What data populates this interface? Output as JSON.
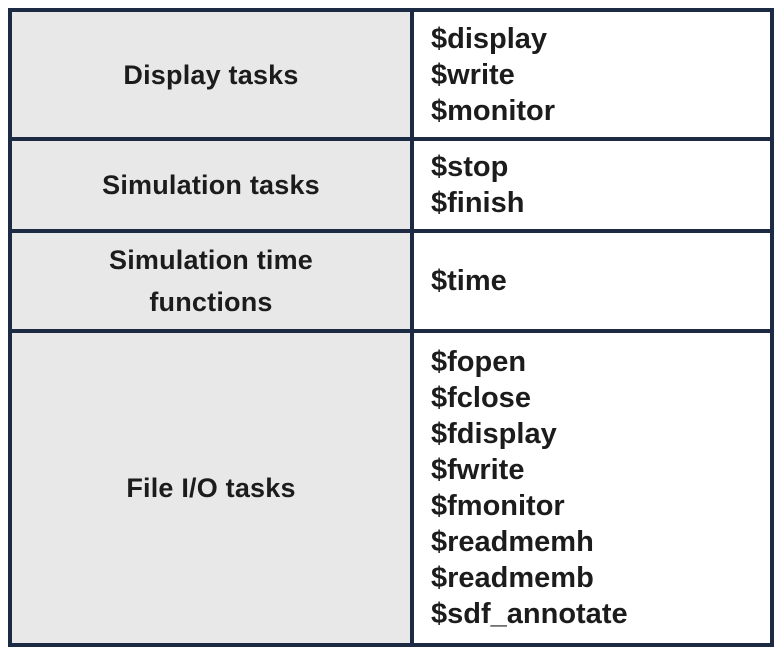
{
  "table": {
    "description": "Verilog system tasks reference table",
    "columns": [
      "category",
      "tasks"
    ],
    "rows": [
      {
        "category": "Display tasks",
        "items": [
          "$display",
          "$write",
          "$monitor"
        ]
      },
      {
        "category": "Simulation tasks",
        "items": [
          "$stop",
          "$finish"
        ]
      },
      {
        "category": "Simulation time functions",
        "items": [
          "$time"
        ]
      },
      {
        "category": "File I/O tasks",
        "items": [
          "$fopen",
          "$fclose",
          "$fdisplay",
          "$fwrite",
          "$fmonitor",
          "$readmemh",
          "$readmemb",
          "$sdf_annotate"
        ]
      }
    ],
    "colors": {
      "border": "#1d2a44",
      "category_bg": "#e8e8e8",
      "items_bg": "#ffffff",
      "text": "#1c1c1c"
    }
  }
}
